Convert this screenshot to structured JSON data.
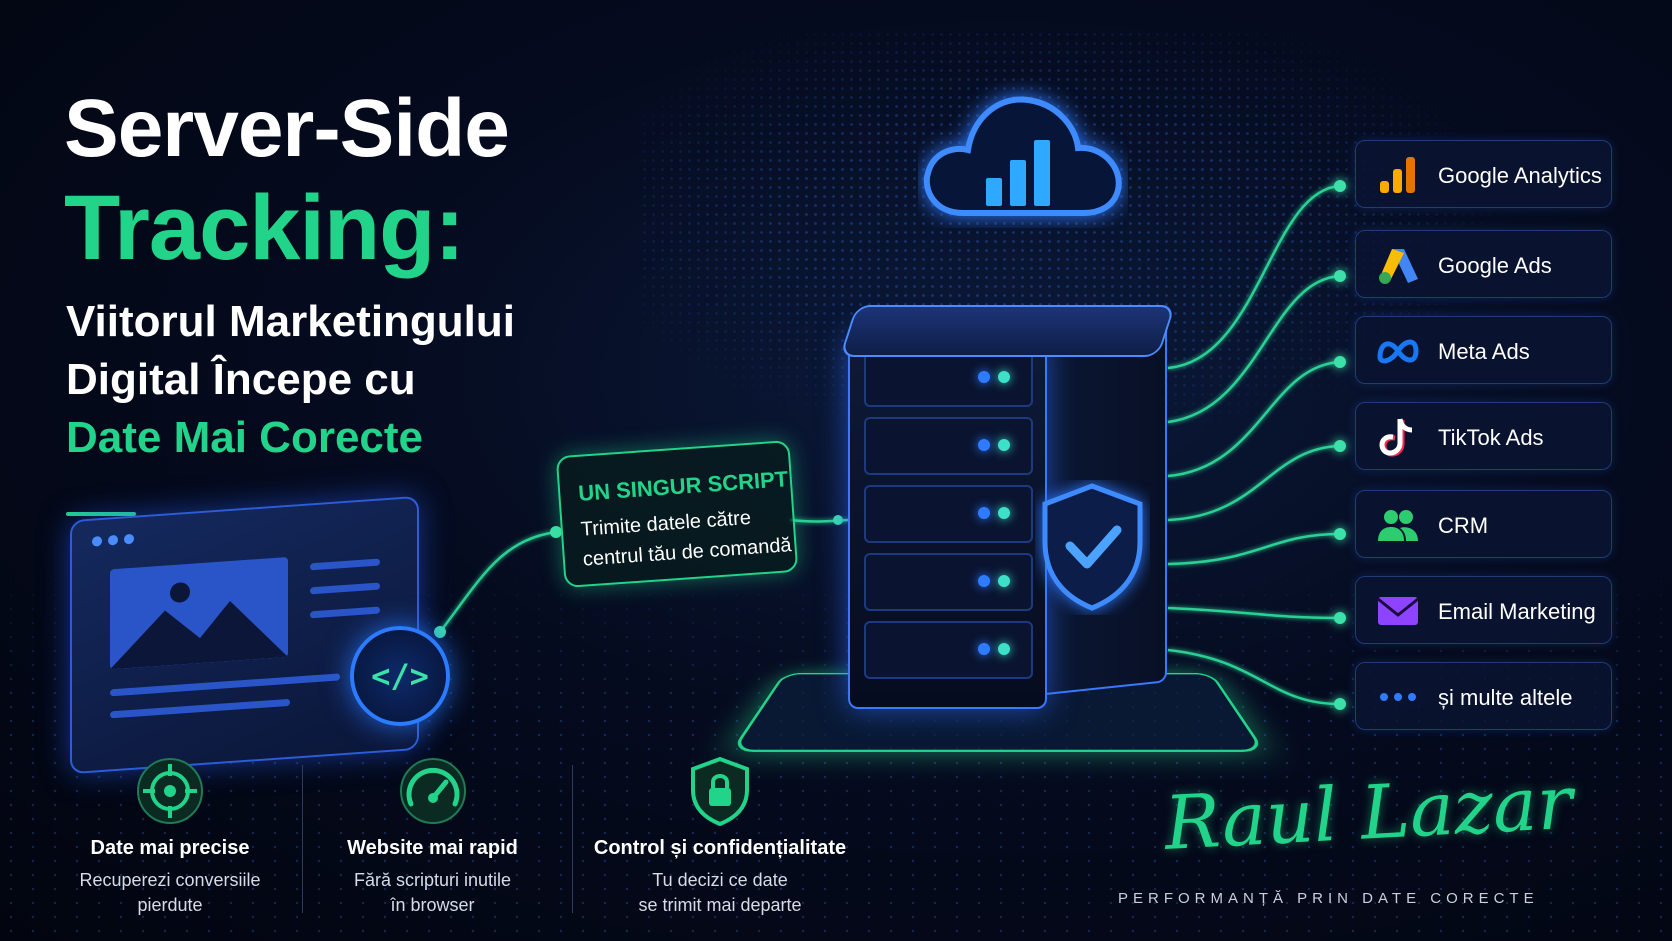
{
  "headline": {
    "line1": "Server-Side",
    "line2": "Tracking:",
    "sub1": "Viitorul Marketingului",
    "sub2": "Digital Începe cu",
    "sub3": "Date Mai Corecte"
  },
  "script_callout": {
    "title": "UN SINGUR SCRIPT",
    "desc1": "Trimite datele către",
    "desc2": "centrul tău de comandă"
  },
  "code_symbol": "</>",
  "destinations": [
    {
      "label": "Google Analytics",
      "icon": "google-analytics-icon"
    },
    {
      "label": "Google Ads",
      "icon": "google-ads-icon"
    },
    {
      "label": "Meta Ads",
      "icon": "meta-icon"
    },
    {
      "label": "TikTok Ads",
      "icon": "tiktok-icon"
    },
    {
      "label": "CRM",
      "icon": "users-icon"
    },
    {
      "label": "Email Marketing",
      "icon": "envelope-icon"
    },
    {
      "label": "și multe altele",
      "icon": "ellipsis-icon"
    }
  ],
  "features": [
    {
      "title": "Date mai precise",
      "desc1": "Recuperezi conversiile",
      "desc2": "pierdute",
      "icon": "crosshair-icon"
    },
    {
      "title": "Website mai rapid",
      "desc1": "Fără scripturi inutile",
      "desc2": "în browser",
      "icon": "speedometer-icon"
    },
    {
      "title": "Control și confidențialitate",
      "desc1": "Tu decizi ce date",
      "desc2": "se trimit mai departe",
      "icon": "shield-lock-icon"
    }
  ],
  "signature": "Raul Lazar",
  "tagline": "PERFORMANȚĂ PRIN DATE CORECTE",
  "colors": {
    "accent": "#22d48a",
    "blue": "#2f7bff",
    "background": "#050b1f"
  }
}
